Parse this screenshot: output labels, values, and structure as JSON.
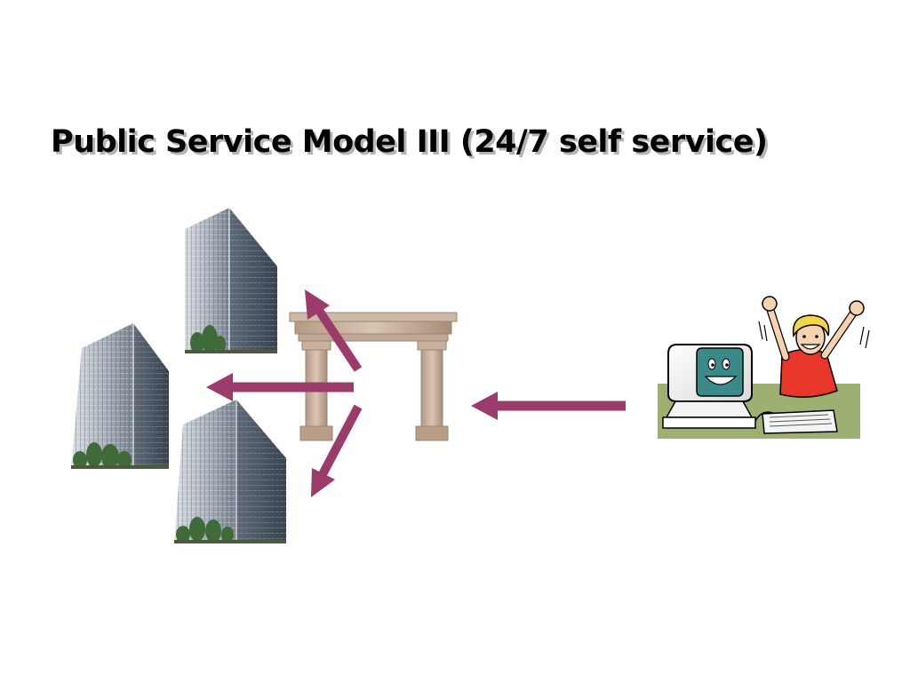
{
  "slide": {
    "title": "Public Service Model III (24/7 self service)"
  },
  "diagram": {
    "nodes": [
      {
        "role": "government-building",
        "icon": "office-building-icon"
      },
      {
        "role": "government-building",
        "icon": "office-building-icon"
      },
      {
        "role": "government-building",
        "icon": "office-building-icon"
      },
      {
        "role": "gateway",
        "icon": "stone-portal-icon"
      },
      {
        "role": "citizen",
        "icon": "happy-user-at-computer-icon"
      }
    ],
    "edges": [
      {
        "from": "citizen",
        "to": "gateway"
      },
      {
        "from": "gateway",
        "to": "building-top"
      },
      {
        "from": "gateway",
        "to": "building-left"
      },
      {
        "from": "gateway",
        "to": "building-bottom"
      }
    ],
    "colors": {
      "arrow": "#9b3b6b",
      "stone": "#c4ac96",
      "desk": "#9eaf72",
      "shirt": "#e8362a",
      "hair": "#f2d648",
      "screen": "#3a8a8a"
    }
  }
}
